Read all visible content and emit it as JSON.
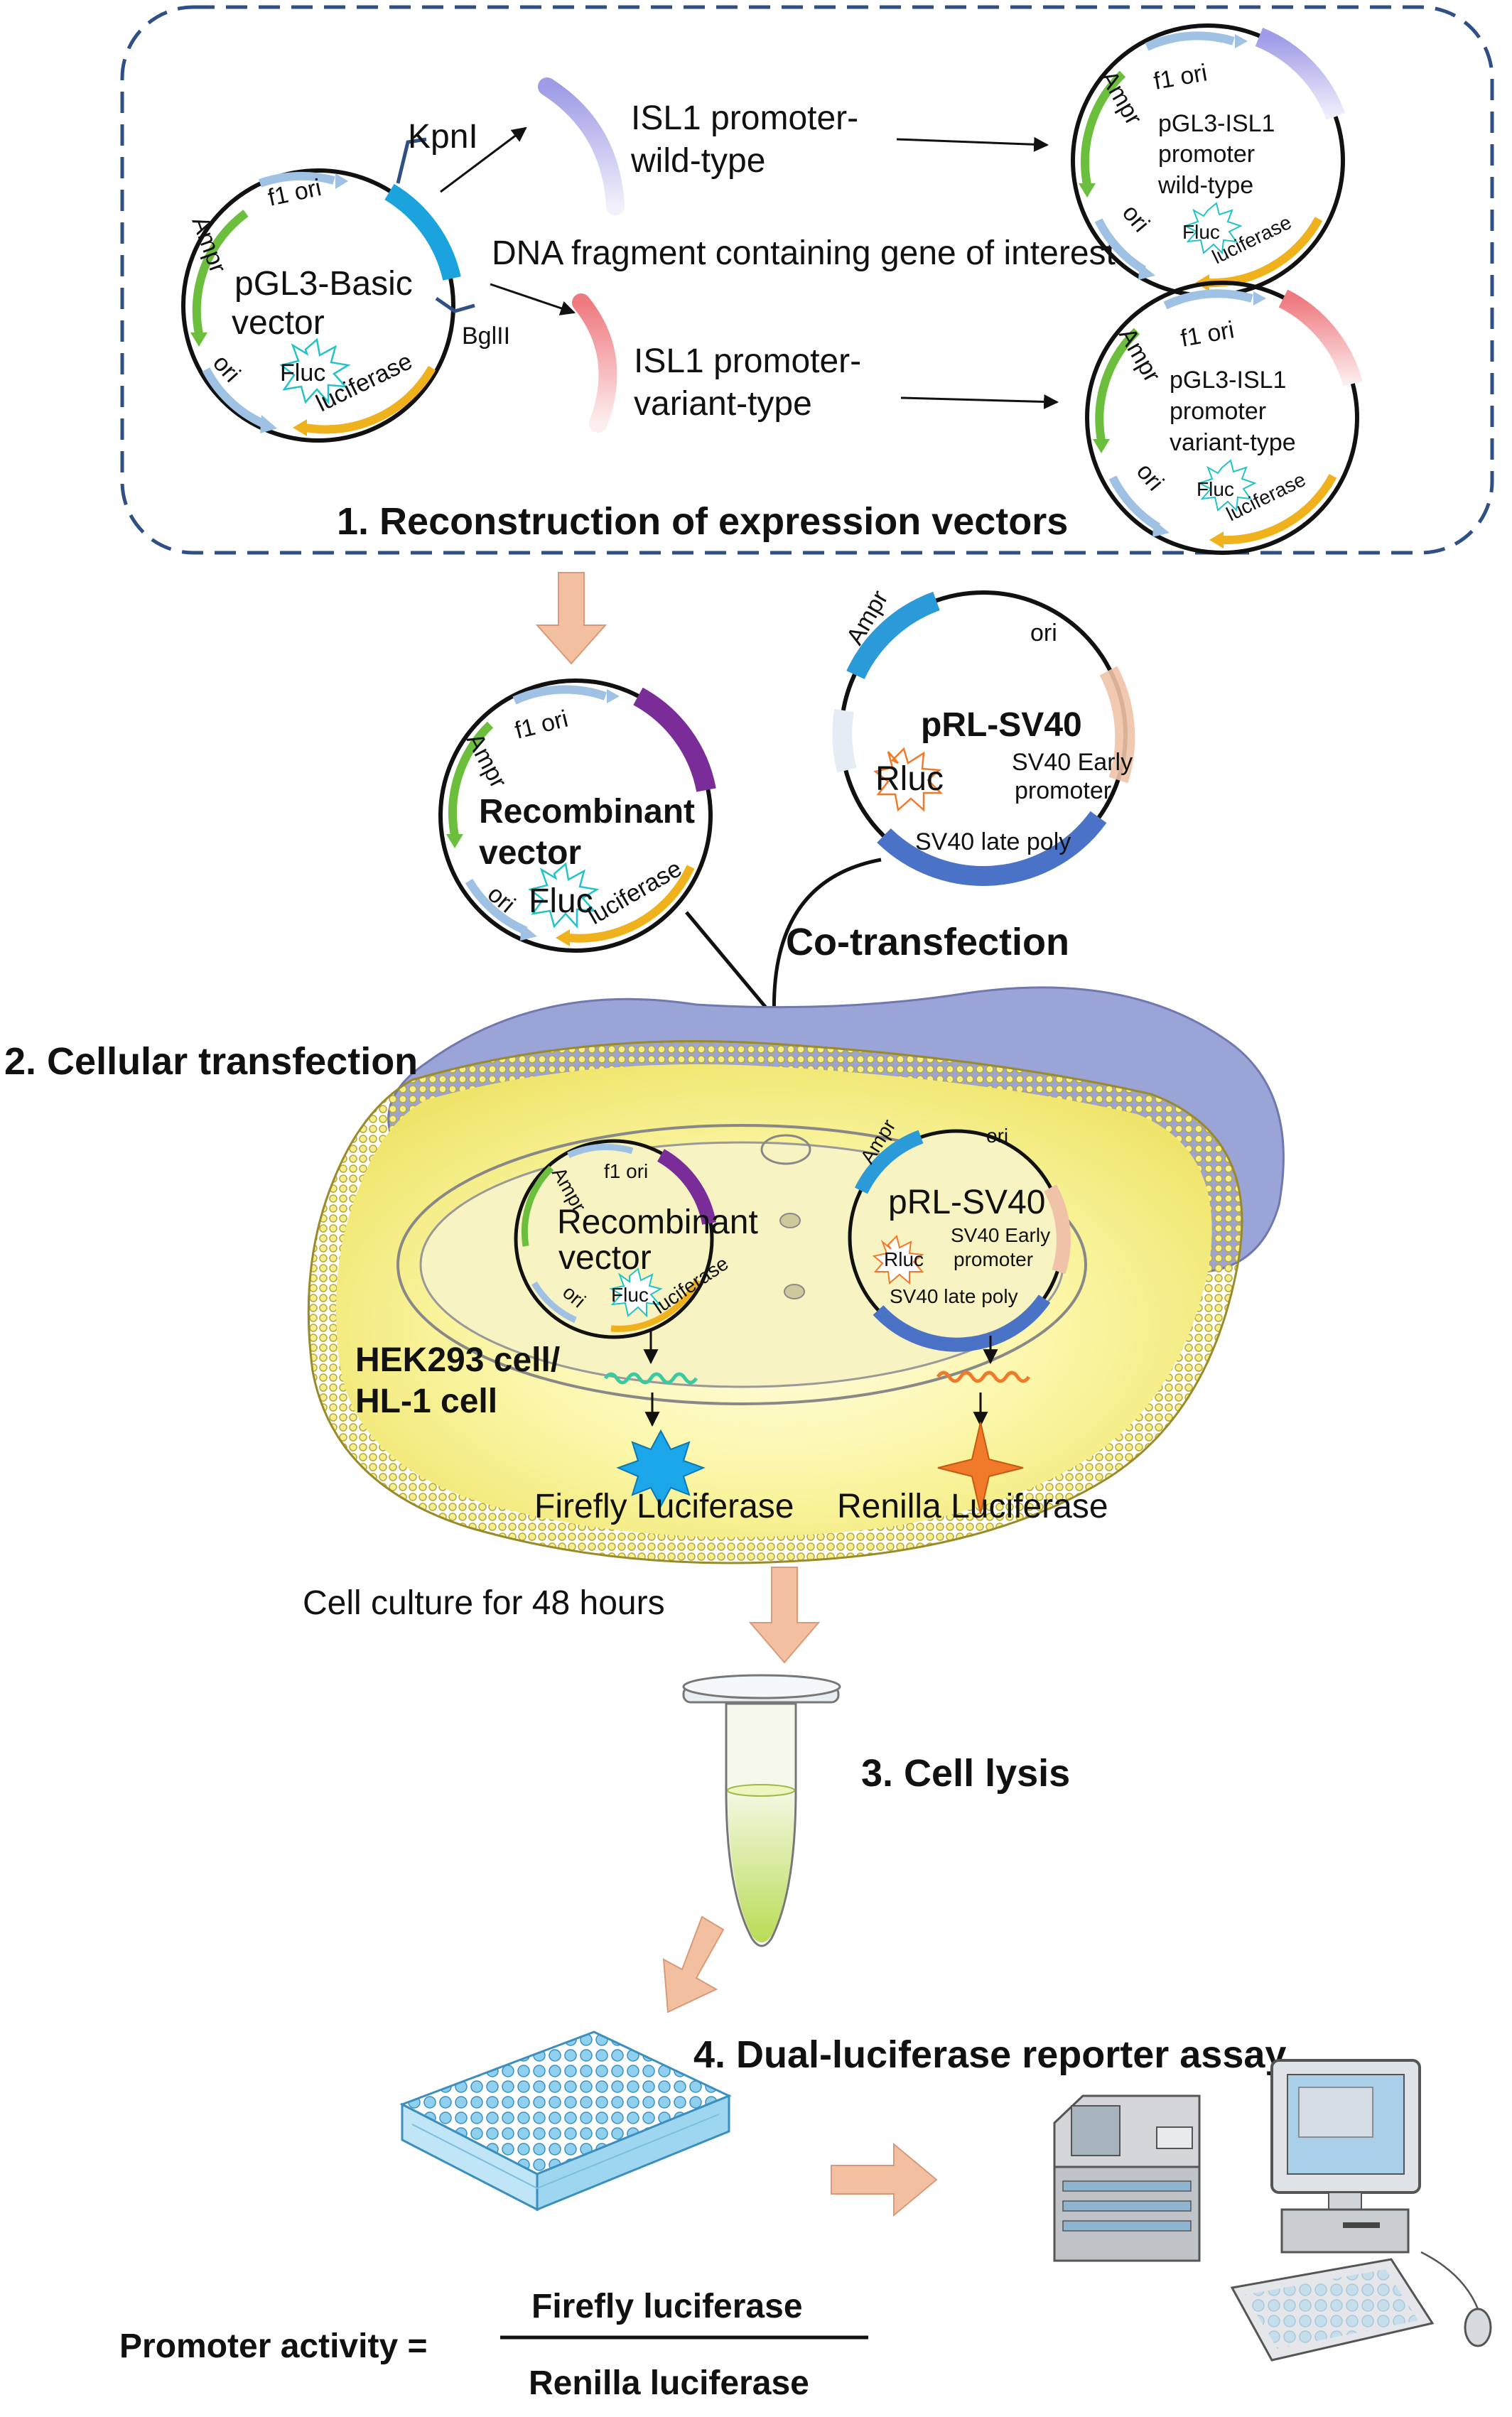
{
  "section1": {
    "title": "1. Reconstruction of expression vectors",
    "basic_vector": {
      "name_line1": "pGL3-Basic",
      "name_line2": "vector",
      "f1ori": "f1 ori",
      "ampr": "Ampr",
      "ori": "ori",
      "fluc": "Fluc",
      "luciferase": "luciferase",
      "site1": "KpnI",
      "site2": "BglII"
    },
    "wild_fragment": {
      "line1": "ISL1 promoter-",
      "line2": "wild-type"
    },
    "variant_fragment": {
      "line1": "ISL1 promoter-",
      "line2": "variant-type"
    },
    "fragment_caption": "DNA fragment containing gene of interest",
    "wild_vector": {
      "line1": "pGL3-ISL1",
      "line2": "promoter",
      "line3": "wild-type",
      "f1ori": "f1 ori",
      "ampr": "Ampr",
      "ori": "ori",
      "fluc": "Fluc",
      "luciferase": "luciferase"
    },
    "variant_vector": {
      "line1": "pGL3-ISL1",
      "line2": "promoter",
      "line3": "variant-type",
      "f1ori": "f1 ori",
      "ampr": "Ampr",
      "ori": "ori",
      "fluc": "Fluc",
      "luciferase": "luciferase"
    }
  },
  "recombinant": {
    "line1": "Recombinant",
    "line2": "vector",
    "f1ori": "f1 ori",
    "ampr": "Ampr",
    "ori": "ori",
    "fluc": "Fluc",
    "luciferase": "luciferase"
  },
  "prl": {
    "name": "pRL-SV40",
    "ampr": "Ampr",
    "ori": "ori",
    "rluc": "Rluc",
    "promoter_line1": "SV40 Early",
    "promoter_line2": "promoter",
    "latepoly": "SV40 late poly"
  },
  "cotransfection": "Co-transfection",
  "section2": {
    "title": "2. Cellular transfection",
    "cell_line1": "HEK293 cell/",
    "cell_line2": "HL-1 cell",
    "firefly": "Firefly Luciferase",
    "renilla": "Renilla Luciferase",
    "inner_rec": {
      "line1": "Recombinant",
      "line2": "vector",
      "f1ori": "f1 ori",
      "ampr": "Ampr",
      "ori": "ori",
      "fluc": "Fluc",
      "luciferase": "luciferase"
    },
    "inner_prl": {
      "name": "pRL-SV40",
      "ampr": "Ampr",
      "ori": "ori",
      "rluc": "Rluc",
      "promoter_line1": "SV40 Early",
      "promoter_line2": "promoter",
      "latepoly": "SV40 late poly"
    }
  },
  "culture": "Cell culture for 48 hours",
  "section3": {
    "title": "3. Cell lysis"
  },
  "section4": {
    "title": "4. Dual-luciferase reporter assay"
  },
  "formula": {
    "lhs": "Promoter activity =",
    "numerator": "Firefly luciferase",
    "denominator": "Renilla luciferase"
  },
  "colors": {
    "dash_border": "#2f4f86",
    "ampr": "#6cbf3c",
    "f1ori": "#9ec1e4",
    "luciferase": "#f0b21c",
    "kpn_segment": "#1ba3de",
    "wild_fragment": "#a9a6e6",
    "variant_fragment": "#f08a8f",
    "insert_purple": "#7a2d98",
    "prl_blue": "#2b9ad8",
    "prl_latepoly": "#4a73c8",
    "prl_promoter": "#f0c3a9",
    "flow_arrow": "#f2bfa0",
    "cell_yellow": "#fbf6a6",
    "cell_purple": "#9aa4d6",
    "fluc_star": "#1aa6e8",
    "rluc_star": "#f07a2a",
    "tube_liquid": "#d6ea8a"
  }
}
